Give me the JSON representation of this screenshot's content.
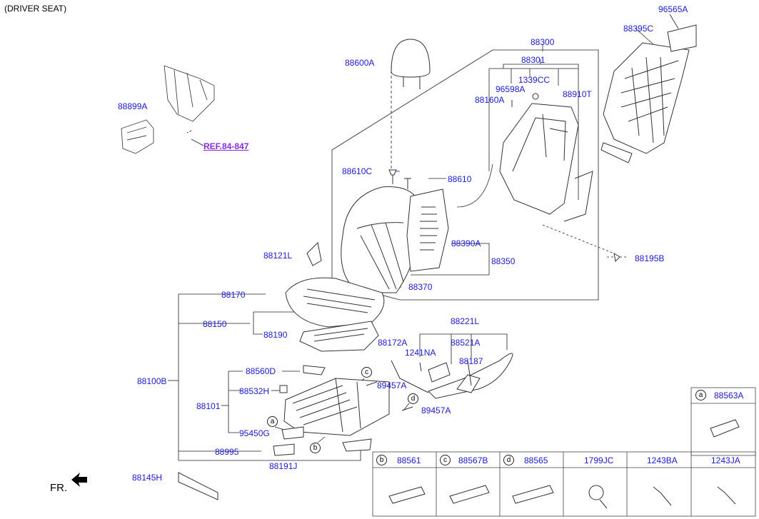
{
  "title": "(DRIVER SEAT)",
  "front_marker": "FR.",
  "reference": "REF.84-847",
  "labels": {
    "p96565A": "96565A",
    "p88395C": "88395C",
    "p88300": "88300",
    "p88301": "88301",
    "p88600A": "88600A",
    "p1339CC": "1339CC",
    "p96598A": "96598A",
    "p88160A": "88160A",
    "p88910T": "88910T",
    "p88899A": "88899A",
    "p88610C": "88610C",
    "p88610": "88610",
    "p88390A": "88390A",
    "p88350": "88350",
    "p88121L": "88121L",
    "p88195B": "88195B",
    "p88370": "88370",
    "p88170": "88170",
    "p88150": "88150",
    "p88190": "88190",
    "p88221L": "88221L",
    "p88172A": "88172A",
    "p88521A": "88521A",
    "p1241NA": "1241NA",
    "p88187": "88187",
    "p88560D": "88560D",
    "p88100B": "88100B",
    "p89457A_c": "89457A",
    "p88532H": "88532H",
    "p88101": "88101",
    "p89457A_d": "89457A",
    "p95450G": "95450G",
    "p88995": "88995",
    "p88191J": "88191J",
    "p88145H": "88145H"
  },
  "callouts": {
    "a": "a",
    "b": "b",
    "c": "c",
    "d": "d"
  },
  "legend": {
    "top": {
      "letter": "a",
      "part": "88563A"
    },
    "cells": [
      {
        "letter": "b",
        "part": "88561"
      },
      {
        "letter": "c",
        "part": "88567B"
      },
      {
        "letter": "d",
        "part": "88565"
      },
      {
        "letter": "",
        "part": "1799JC"
      },
      {
        "letter": "",
        "part": "1243BA"
      },
      {
        "letter": "",
        "part": "1243JA"
      }
    ]
  }
}
